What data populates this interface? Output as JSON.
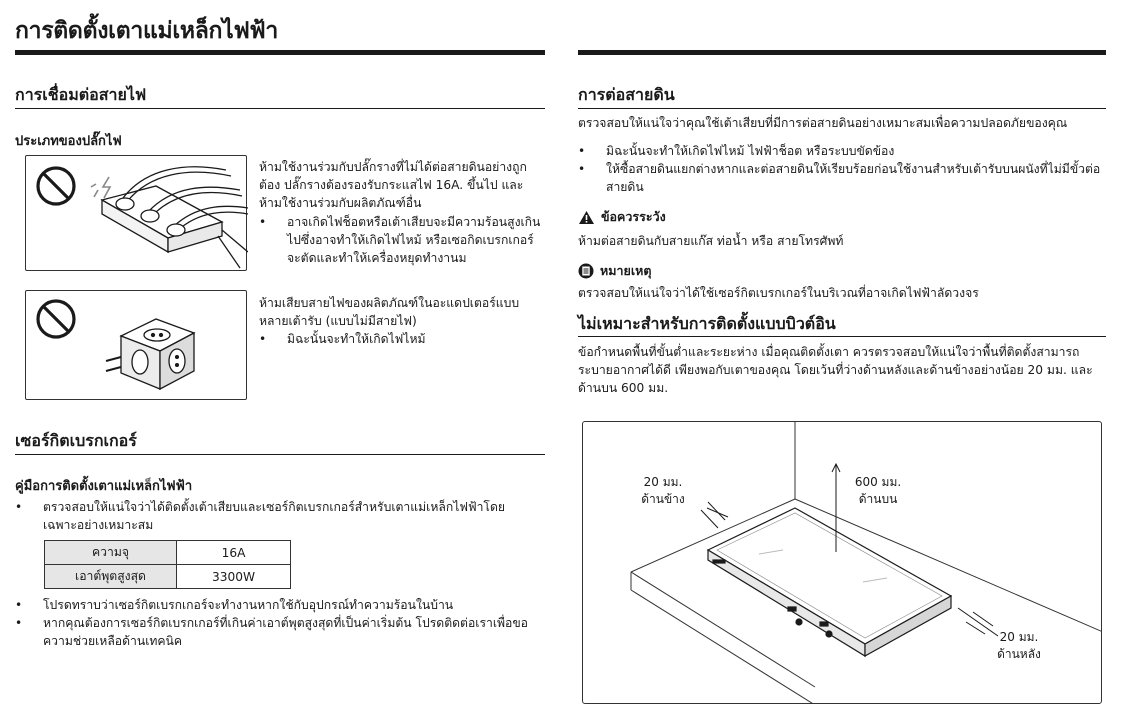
{
  "title": "การติดตั้งเตาแม่เหล็กไฟฟ้า",
  "left": {
    "wiring": {
      "heading": "การเชื่อมต่อสายไฟ",
      "plug_type": "ประเภทของปลั๊กไฟ",
      "item1": {
        "text": "ห้ามใช้งานร่วมกับปลั๊กรางที่ไม่ได้ต่อสายดินอย่างถูกต้อง ปลั๊กรางต้องรองรับกระแสไฟ 16A. ขึ้นไป และห้ามใช้งานร่วมกับผลิตภัณฑ์อื่น",
        "bullet": "อาจเกิดไฟช็อตหรือเต้าเสียบจะมีความร้อนสูงเกินไปซึ่งอาจทำให้เกิดไฟไหม้ หรือเซอกิดเบรกเกอร์จะตัดและทำให้เครื่องหยุดทำงานม"
      },
      "item2": {
        "text": "ห้ามเสียบสายไฟของผลิตภัณฑ์ในอะแดปเตอร์แบบหลายเต้ารับ (แบบไม่มีสายไฟ)",
        "bullet": "มิฉะนั้นจะทำให้เกิดไฟไหม้"
      }
    },
    "breaker": {
      "heading": "เซอร์กิตเบรกเกอร์",
      "subheading": "คู่มือการติดตั้งเตาแม่เหล็กไฟฟ้า",
      "bullet1": "ตรวจสอบให้แน่ใจว่าได้ติดตั้งเต้าเสียบและเซอร์กิตเบรกเกอร์สำหรับเตาแม่เหล็กไฟฟ้าโดยเฉพาะอย่างเหมาะสม",
      "table": [
        {
          "key": "ความจุ",
          "value": "16A"
        },
        {
          "key": "เอาต์พุตสูงสุด",
          "value": "3300W"
        }
      ],
      "bullet2": "โปรดทราบว่าเซอร์กิตเบรกเกอร์จะทำงานหากใช้กับอุปกรณ์ทำความร้อนในบ้าน",
      "bullet3": "หากคุณต้องการเซอร์กิตเบรกเกอร์ที่เกินค่าเอาต์พุตสูงสุดที่เป็นค่าเริ่มต้น โปรดติดต่อเราเพื่อขอความช่วยเหลือด้านเทคนิค"
    }
  },
  "right": {
    "ground": {
      "heading": "การต่อสายดิน",
      "intro": "ตรวจสอบให้แน่ใจว่าคุณใช้เต้าเสียบที่มีการต่อสายดินอย่างเหมาะสมเพื่อความปลอดภัยของคุณ",
      "bullet1": "มิฉะนั้นจะทำให้เกิดไฟไหม้ ไฟฟ้าช็อต หรือระบบขัดข้อง",
      "bullet2": "ให้ซื้อสายดินแยกต่างหากและต่อสายดินให้เรียบร้อยก่อนใช้งานสำหรับเต้ารับบนผนังที่ไม่มีขั้วต่อสายดิน",
      "caution_label": "ข้อควรระวัง",
      "caution_text": "ห้ามต่อสายดินกับสายแก๊ส ท่อน้ำ หรือ สายโทรศัพท์",
      "note_label": "หมายเหตุ",
      "note_text": "ตรวจสอบให้แน่ใจว่าได้ใช้เซอร์กิตเบรกเกอร์ในบริเวณที่อาจเกิดไฟฟ้าลัดวงจร"
    },
    "builtin": {
      "heading": "ไม่เหมาะสำหรับการติดตั้งแบบบิวต์อิน",
      "text": "ข้อกำหนดพื้นที่ขั้นต่ำและระยะห่าง เมื่อคุณติดตั้งเตา ควรตรวจสอบให้แน่ใจว่าพื้นที่ติดตั้งสามารถระบายอากาศได้ดี เพียงพอกับเตาของคุณ โดยเว้นที่ว่างด้านหลังและด้านข้างอย่างน้อย 20 มม. และด้านบน 600 มม.",
      "diagram": {
        "side_value": "20 มม.",
        "side_label": "ด้านข้าง",
        "top_value": "600 มม.",
        "top_label": "ด้านบน",
        "back_value": "20 มม.",
        "back_label": "ด้านหลัง"
      }
    }
  }
}
